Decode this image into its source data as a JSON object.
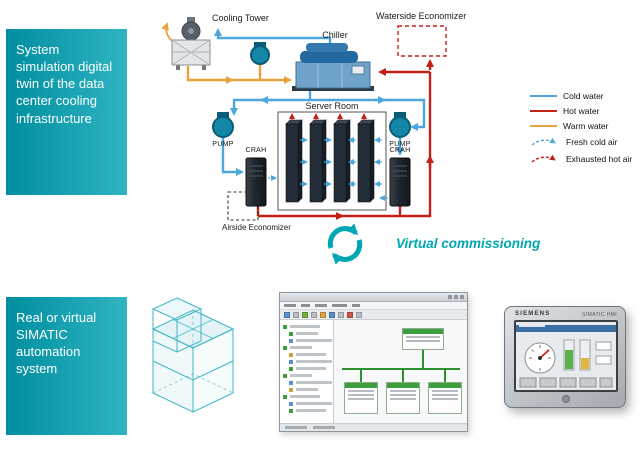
{
  "panels": {
    "system_simulation": "System simulation digital twin of the data center cooling infrastructure",
    "automation": "Real or virtual SIMATIC automation system"
  },
  "diagram": {
    "cooling_tower": "Cooling Tower",
    "waterside_economizer": "Waterside Economizer",
    "chiller": "Chiller",
    "server_room": "Server Room",
    "pump_left": "PUMP",
    "pump_right": "PUMP",
    "crah_left": "CRAH",
    "crah_right": "CRAH",
    "airside_economizer": "Airside Economizer"
  },
  "legend": {
    "items": [
      {
        "label": "Cold water",
        "color": "#4da7dc",
        "style": "solid"
      },
      {
        "label": "Hot water",
        "color": "#c32017",
        "style": "solid"
      },
      {
        "label": "Warm water",
        "color": "#e8a33d",
        "style": "solid"
      },
      {
        "label": "Fresh cold air",
        "color": "#4da7dc",
        "style": "dashed-arrow"
      },
      {
        "label": "Exhausted hot air",
        "color": "#c32017",
        "style": "dashed-arrow"
      }
    ]
  },
  "commissioning_label": "Virtual commissioning",
  "hmi": {
    "brand": "SIEMENS",
    "model": "SIMATIC HMI"
  },
  "colors": {
    "cold_water": "#4da7dc",
    "hot_water": "#c32017",
    "warm_water": "#e8a33d",
    "teal_accent": "#00a7b3",
    "panel_teal": "#008ea0"
  }
}
